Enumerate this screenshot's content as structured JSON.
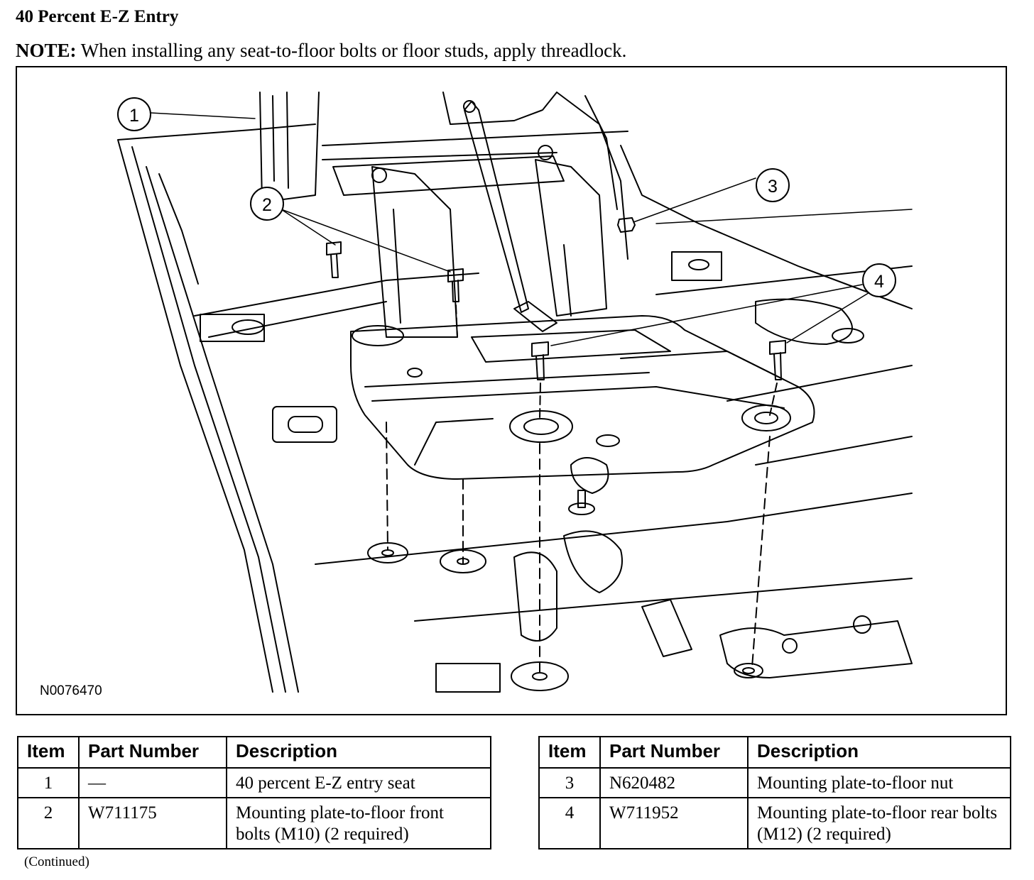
{
  "section_title": "40 Percent E-Z Entry",
  "note": {
    "label": "NOTE:",
    "text": "When installing any seat-to-floor bolts or floor studs, apply threadlock."
  },
  "figure": {
    "callouts": [
      "1",
      "2",
      "3",
      "4"
    ],
    "figure_id": "N0076470"
  },
  "tables": [
    {
      "headers": [
        "Item",
        "Part Number",
        "Description"
      ],
      "rows": [
        {
          "item": "1",
          "part": "—",
          "desc": "40 percent E-Z entry seat"
        },
        {
          "item": "2",
          "part": "W711175",
          "desc": "Mounting plate-to-floor front bolts (M10) (2 required)"
        }
      ]
    },
    {
      "headers": [
        "Item",
        "Part Number",
        "Description"
      ],
      "rows": [
        {
          "item": "3",
          "part": "N620482",
          "desc": "Mounting plate-to-floor nut"
        },
        {
          "item": "4",
          "part": "W711952",
          "desc": "Mounting plate-to-floor rear bolts (M12) (2 required)"
        }
      ]
    }
  ],
  "continued": "(Continued)"
}
